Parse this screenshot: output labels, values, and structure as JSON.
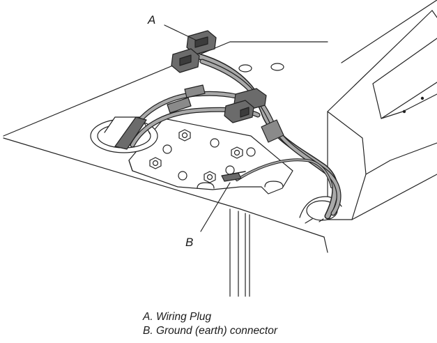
{
  "callouts": {
    "a": "A",
    "b": "B"
  },
  "legend": {
    "items": [
      "A. Wiring Plug",
      "B. Ground (earth) connector"
    ]
  },
  "colors": {
    "line": "#222222",
    "wire_fill": "#a9a9a9",
    "connector_fill": "#6b6b6b",
    "shadow_fill": "#3c3c3c"
  }
}
